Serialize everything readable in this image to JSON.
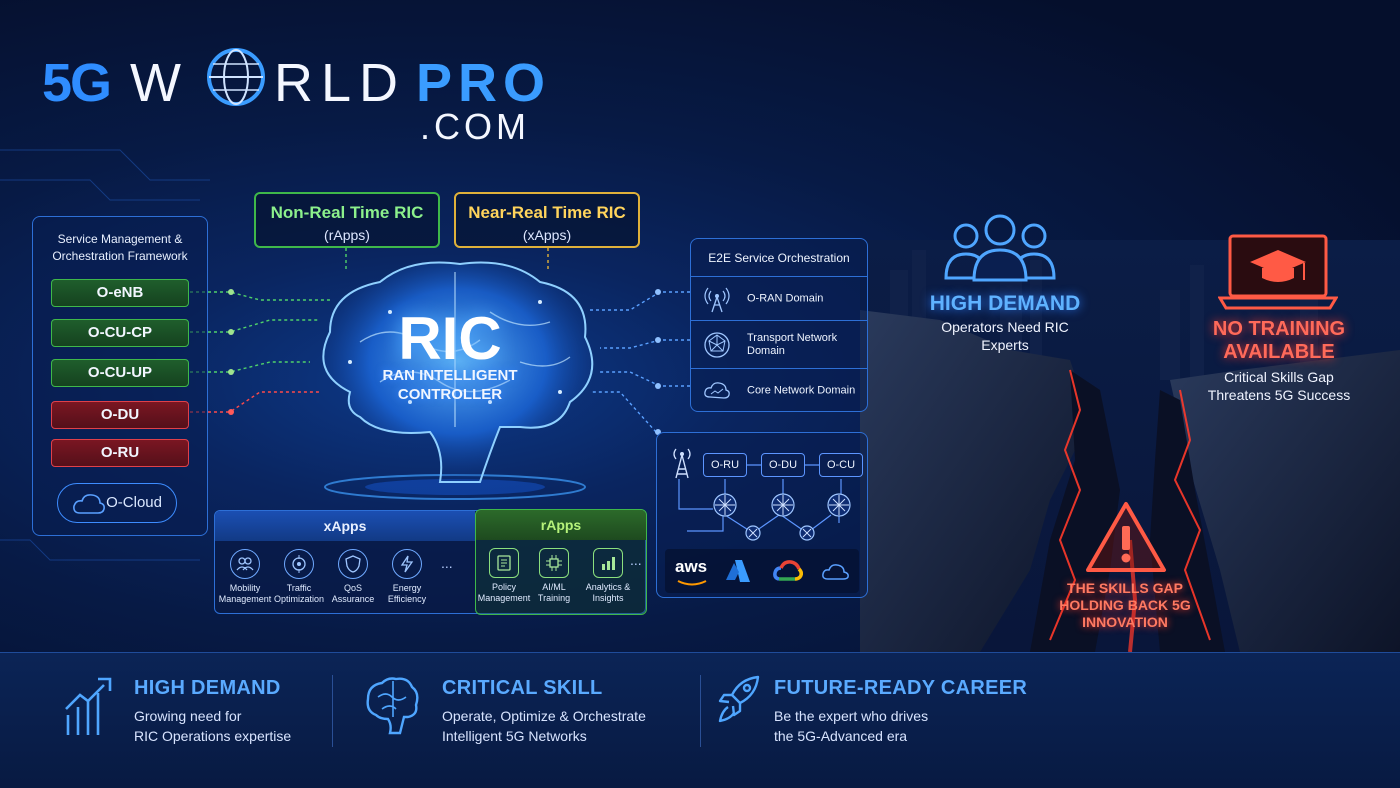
{
  "logo": {
    "part1": "5G",
    "part2": "W",
    "part3": "RLD",
    "part4": "PRO",
    "part5": ".COM"
  },
  "left_panel": {
    "title": "Service Management & Orchestration Framework",
    "nodes": [
      {
        "label": "O-eNB",
        "status": "green"
      },
      {
        "label": "O-CU-CP",
        "status": "green"
      },
      {
        "label": "O-CU-UP",
        "status": "green"
      },
      {
        "label": "O-DU",
        "status": "red"
      },
      {
        "label": "O-RU",
        "status": "red"
      }
    ],
    "cloud": "O-Cloud"
  },
  "ric": {
    "non_rt_title": "Non-Real Time RIC",
    "non_rt_sub": "(rApps)",
    "near_rt_title": "Near-Real Time RIC",
    "near_rt_sub": "(xApps)",
    "center_title": "RIC",
    "center_sub_line1": "RAN INTELLIGENT",
    "center_sub_line2": "CONTROLLER"
  },
  "apps": {
    "xapps_title": "xApps",
    "rapps_title": "rApps",
    "xapps": [
      {
        "line1": "Mobility",
        "line2": "Management",
        "icon": "people-icon"
      },
      {
        "line1": "Traffic",
        "line2": "Optimization",
        "icon": "target-icon"
      },
      {
        "line1": "QoS",
        "line2": "Assurance",
        "icon": "shield-icon"
      },
      {
        "line1": "Energy",
        "line2": "Efficiency",
        "icon": "lightning-icon"
      }
    ],
    "rapps": [
      {
        "line1": "Policy",
        "line2": "Management",
        "icon": "document-icon"
      },
      {
        "line1": "AI/ML",
        "line2": "Training",
        "icon": "chip-icon"
      },
      {
        "line1": "Analytics &",
        "line2": "Insights",
        "icon": "chart-icon"
      }
    ],
    "ellipsis": "..."
  },
  "orchestration": {
    "title": "E2E Service Orchestration",
    "rows": [
      {
        "label": "O-RAN Domain",
        "icon": "antenna-icon"
      },
      {
        "label": "Transport Network Domain",
        "icon": "network-icon"
      },
      {
        "label": "Core Network Domain",
        "icon": "cloud-icon"
      }
    ]
  },
  "network": {
    "nodes": [
      "O-RU",
      "O-DU",
      "O-CU"
    ],
    "clouds": [
      "aws",
      "azure-icon",
      "google-cloud-icon",
      "cloud-icon"
    ]
  },
  "right": {
    "demand_title": "HIGH DEMAND",
    "demand_sub": "Operators Need RIC Experts",
    "training_title": "NO TRAINING AVAILABLE",
    "training_sub": "Critical Skills Gap Threatens 5G Success",
    "gap_text": "THE SKILLS GAP HOLDING BACK 5G INNOVATION"
  },
  "bottom": [
    {
      "title": "HIGH DEMAND",
      "line1": "Growing need for",
      "line2": "RIC Operations expertise",
      "icon": "growth-chart-icon"
    },
    {
      "title": "CRITICAL SKILL",
      "line1": "Operate, Optimize & Orchestrate",
      "line2": "Intelligent 5G Networks",
      "icon": "brain-icon"
    },
    {
      "title": "FUTURE-READY CAREER",
      "line1": "Be the expert who drives",
      "line2": "the 5G-Advanced era",
      "icon": "rocket-icon"
    }
  ],
  "colors": {
    "accent_blue": "#3a9cff",
    "green": "#3fb84a",
    "red": "#e0404a",
    "amber": "#e0b13a",
    "alert_red": "#ff5a45"
  }
}
